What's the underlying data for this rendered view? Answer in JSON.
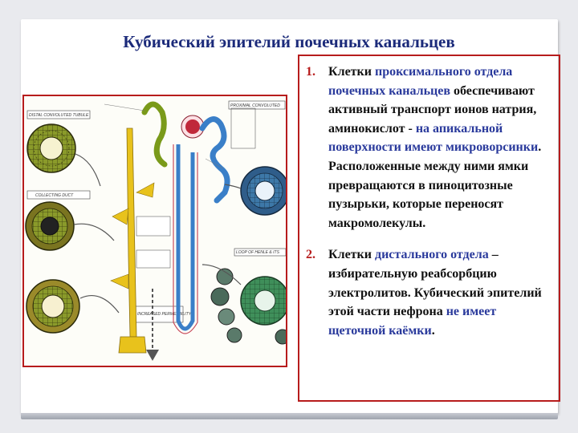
{
  "title": "Кубический эпителий почечных канальцев",
  "items": [
    {
      "number": "1.",
      "t1": "Клетки ",
      "h1": "проксимального отдела почечных канальцев",
      "t2": " обеспечивают активный транспорт ионов натрия, аминокислот - ",
      "h2": "на апикальной поверхности имеют микроворсинки",
      "t3": ". Расположенные между ними ямки превращаются в пиноцитозные пузырьки, которые переносят макромолекулы."
    },
    {
      "number": "2.",
      "t1": "Клетки ",
      "h1": "дистального отдела",
      "t2": " – избирательную реабсорбцию электролитов. Кубический эпителий этой части нефрона ",
      "h2": "не имеет щеточной каёмки",
      "t3": "."
    }
  ],
  "figure": {
    "labels": {
      "distal": "DISTAL CONVOLUTED TUBULE",
      "proximal": "PROXIMAL CONVOLUTED",
      "collecting": "COLLECTING DUCT",
      "loop": "LOOP OF HENLE & ITS",
      "increased": "INCREASED PERMEABILITY"
    },
    "colors": {
      "yellow_duct": "#e8c21c",
      "blue_tubule": "#3a7fc8",
      "red_glomerulus": "#c0283a"
    }
  }
}
